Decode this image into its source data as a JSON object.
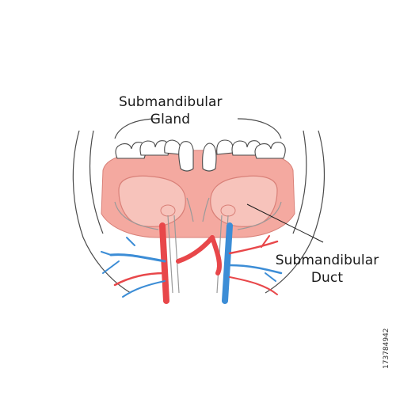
{
  "labels": {
    "gland_line1": "Submandibular",
    "gland_line2": "Gland",
    "duct_line1": "Submandibular",
    "duct_line2": "Duct"
  },
  "side_id": "173784942",
  "colors": {
    "outline": "#4a4a4a",
    "gum": "#f4a9a0",
    "gland": "#f7c3bb",
    "gland_stroke": "#d98078",
    "artery": "#e8474a",
    "vein": "#3c8dd6",
    "nerve": "#bfbfbf"
  }
}
